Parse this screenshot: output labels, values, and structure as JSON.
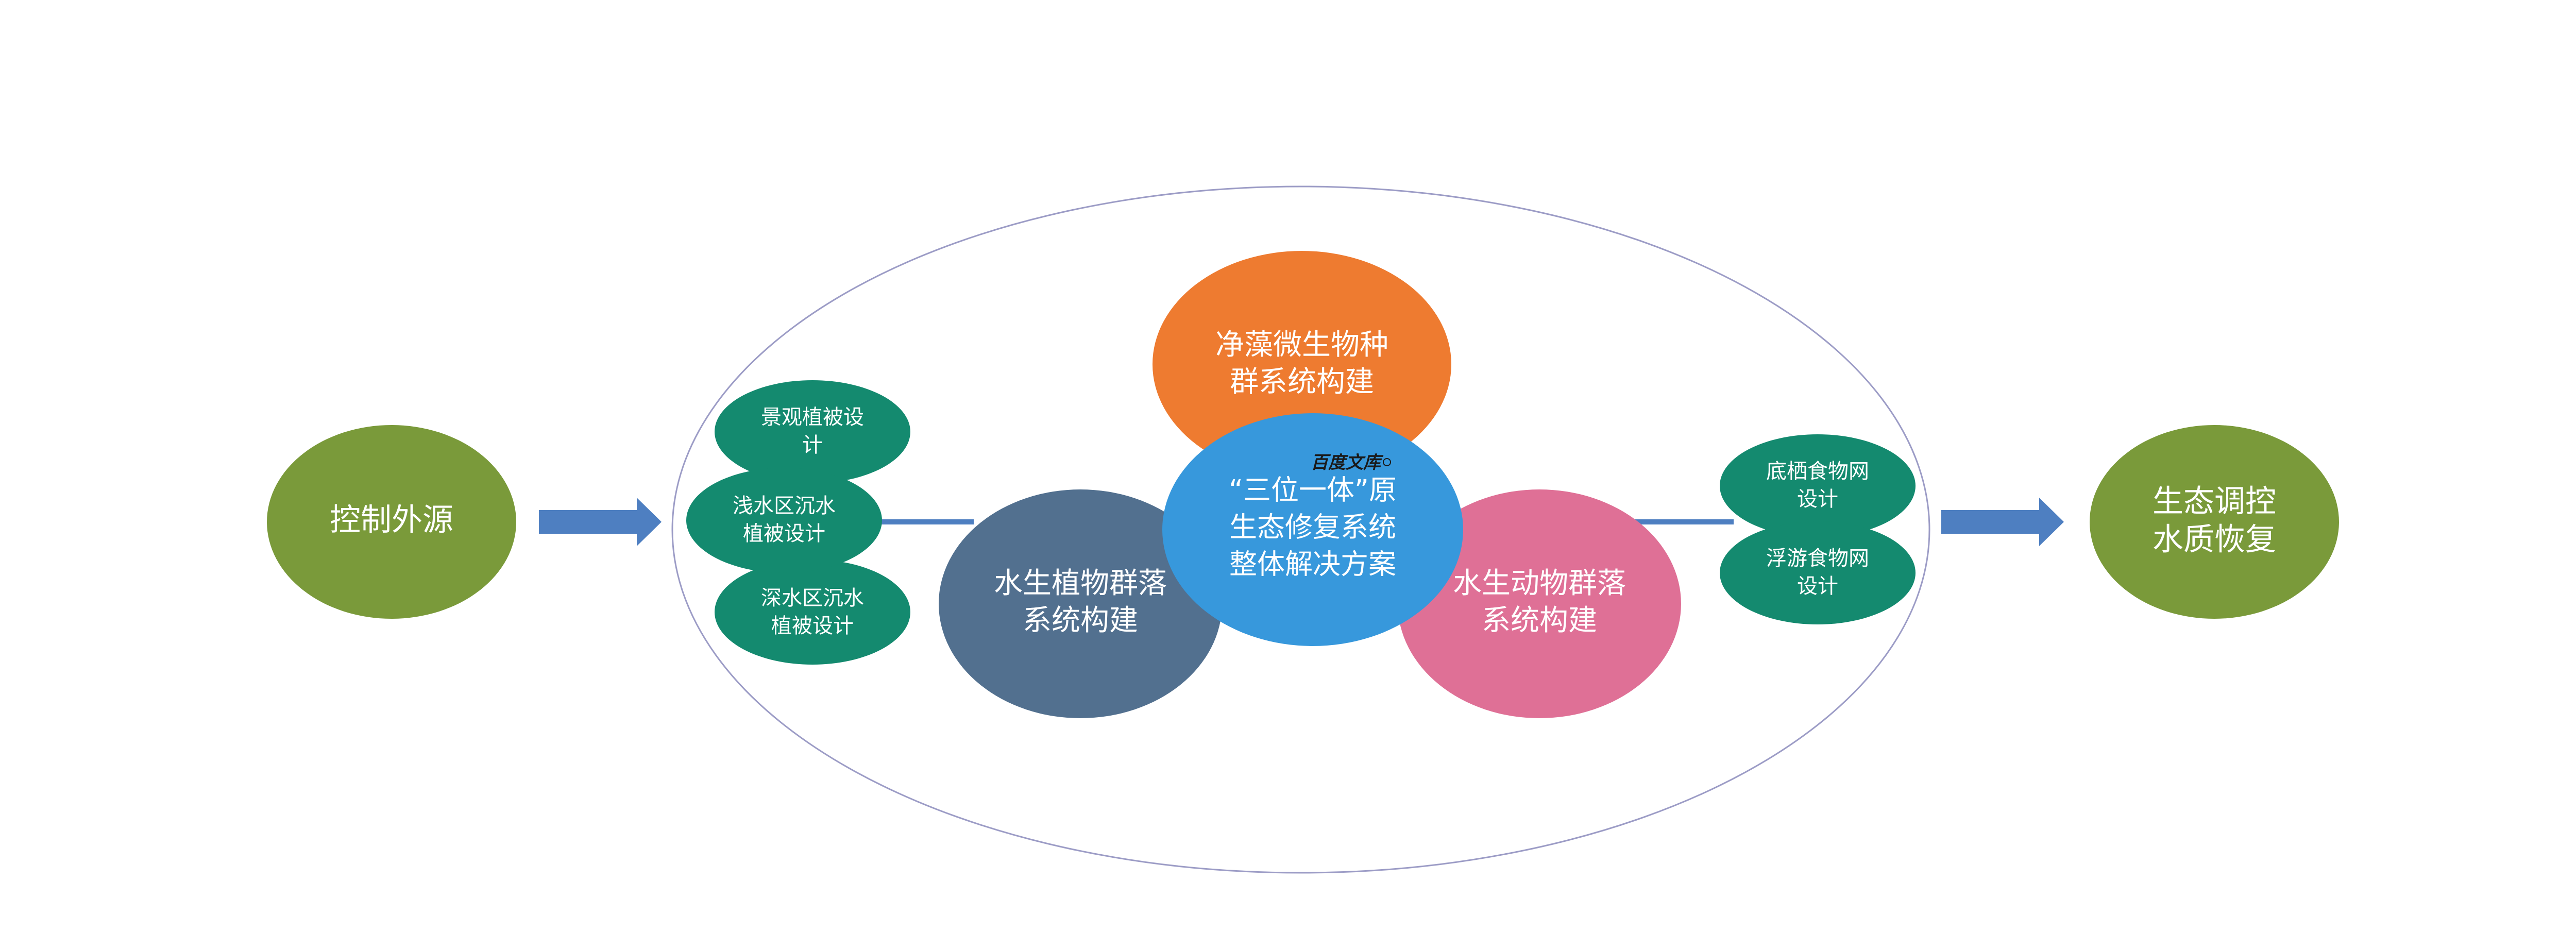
{
  "colors": {
    "olive": "#7a9a3a",
    "teal": "#148a6f",
    "slate_blue": "#52708f",
    "orange": "#ee7b30",
    "sky_blue": "#3798dc",
    "pink": "#df7096",
    "arrow_blue": "#4e7fc1",
    "outline": "#9c9cc6"
  },
  "nodes": {
    "control_source": {
      "lines": [
        "控制外源"
      ]
    },
    "ecology_outcome": {
      "lines": [
        "生态调控",
        "水质恢复"
      ]
    },
    "algae_microbe": {
      "lines": [
        "净藻微生物种",
        "群系统构建"
      ]
    },
    "core_solution": {
      "lines": [
        "“三位一体”原",
        "生态修复系统",
        "整体解决方案"
      ]
    },
    "aquatic_plants": {
      "lines": [
        "水生植物群落",
        "系统构建"
      ]
    },
    "aquatic_animals": {
      "lines": [
        "水生动物群落",
        "系统构建"
      ]
    },
    "landscape_vegetation": {
      "lines": [
        "景观植被设",
        "计"
      ]
    },
    "shallow_water_vegetation": {
      "lines": [
        "浅水区沉水",
        "植被设计"
      ]
    },
    "deep_water_vegetation": {
      "lines": [
        "深水区沉水",
        "植被设计"
      ]
    },
    "benthic_food_web": {
      "lines": [
        "底栖食物网",
        "设计"
      ]
    },
    "planktonic_food_web": {
      "lines": [
        "浮游食物网",
        "设计"
      ]
    }
  },
  "watermark": {
    "text": "百度文库"
  }
}
